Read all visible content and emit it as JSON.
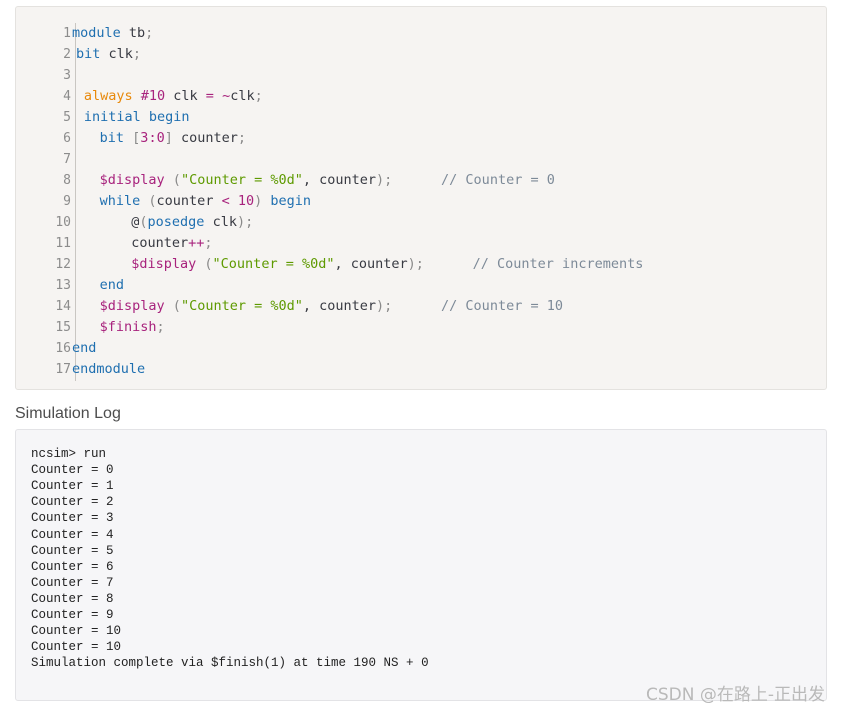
{
  "code": {
    "lines": [
      {
        "num": "1",
        "indent": 0,
        "tokens": [
          {
            "t": "module",
            "c": "kw"
          },
          {
            "t": " tb",
            "c": "plain"
          },
          {
            "t": ";",
            "c": "pun"
          }
        ]
      },
      {
        "num": "2",
        "indent": 0.5,
        "tokens": [
          {
            "t": "bit",
            "c": "kw"
          },
          {
            "t": " clk",
            "c": "plain"
          },
          {
            "t": ";",
            "c": "pun"
          }
        ]
      },
      {
        "num": "3",
        "indent": 0,
        "tokens": []
      },
      {
        "num": "4",
        "indent": 1.5,
        "tokens": [
          {
            "t": "always",
            "c": "or"
          },
          {
            "t": " #10",
            "c": "num"
          },
          {
            "t": " clk ",
            "c": "plain"
          },
          {
            "t": "=",
            "c": "op"
          },
          {
            "t": " ",
            "c": "plain"
          },
          {
            "t": "~",
            "c": "op"
          },
          {
            "t": "clk",
            "c": "plain"
          },
          {
            "t": ";",
            "c": "pun"
          }
        ]
      },
      {
        "num": "5",
        "indent": 1.5,
        "tokens": [
          {
            "t": "initial",
            "c": "kw"
          },
          {
            "t": " ",
            "c": "plain"
          },
          {
            "t": "begin",
            "c": "kw"
          }
        ]
      },
      {
        "num": "6",
        "indent": 3.5,
        "tokens": [
          {
            "t": "bit",
            "c": "kw"
          },
          {
            "t": " [",
            "c": "pun"
          },
          {
            "t": "3",
            "c": "num"
          },
          {
            "t": ":",
            "c": "op"
          },
          {
            "t": "0",
            "c": "num"
          },
          {
            "t": "]",
            "c": "pun"
          },
          {
            "t": " counter",
            "c": "plain"
          },
          {
            "t": ";",
            "c": "pun"
          }
        ]
      },
      {
        "num": "7",
        "indent": 0,
        "tokens": []
      },
      {
        "num": "8",
        "indent": 3.5,
        "tokens": [
          {
            "t": "$display",
            "c": "sys"
          },
          {
            "t": " (",
            "c": "pun"
          },
          {
            "t": "\"Counter = %0d\"",
            "c": "str"
          },
          {
            "t": ", counter",
            "c": "plain"
          },
          {
            "t": ");",
            "c": "pun"
          },
          {
            "t": "      // Counter = 0",
            "c": "cm"
          }
        ]
      },
      {
        "num": "9",
        "indent": 3.5,
        "tokens": [
          {
            "t": "while",
            "c": "kw"
          },
          {
            "t": " (",
            "c": "pun"
          },
          {
            "t": "counter ",
            "c": "plain"
          },
          {
            "t": "<",
            "c": "op"
          },
          {
            "t": " ",
            "c": "plain"
          },
          {
            "t": "10",
            "c": "num"
          },
          {
            "t": ")",
            "c": "pun"
          },
          {
            "t": " ",
            "c": "plain"
          },
          {
            "t": "begin",
            "c": "kw"
          }
        ]
      },
      {
        "num": "10",
        "indent": 7.5,
        "tokens": [
          {
            "t": "@",
            "c": "plain"
          },
          {
            "t": "(",
            "c": "pun"
          },
          {
            "t": "posedge",
            "c": "kw"
          },
          {
            "t": " clk",
            "c": "plain"
          },
          {
            "t": ");",
            "c": "pun"
          }
        ]
      },
      {
        "num": "11",
        "indent": 7.5,
        "tokens": [
          {
            "t": "counter",
            "c": "plain"
          },
          {
            "t": "++",
            "c": "op"
          },
          {
            "t": ";",
            "c": "pun"
          }
        ]
      },
      {
        "num": "12",
        "indent": 7.5,
        "tokens": [
          {
            "t": "$display",
            "c": "sys"
          },
          {
            "t": " (",
            "c": "pun"
          },
          {
            "t": "\"Counter = %0d\"",
            "c": "str"
          },
          {
            "t": ", counter",
            "c": "plain"
          },
          {
            "t": ");",
            "c": "pun"
          },
          {
            "t": "      // Counter increments",
            "c": "cm"
          }
        ]
      },
      {
        "num": "13",
        "indent": 3.5,
        "tokens": [
          {
            "t": "end",
            "c": "kw"
          }
        ]
      },
      {
        "num": "14",
        "indent": 3.5,
        "tokens": [
          {
            "t": "$display",
            "c": "sys"
          },
          {
            "t": " (",
            "c": "pun"
          },
          {
            "t": "\"Counter = %0d\"",
            "c": "str"
          },
          {
            "t": ", counter",
            "c": "plain"
          },
          {
            "t": ");",
            "c": "pun"
          },
          {
            "t": "      // Counter = 10",
            "c": "cm"
          }
        ]
      },
      {
        "num": "15",
        "indent": 3.5,
        "tokens": [
          {
            "t": "$finish",
            "c": "sys"
          },
          {
            "t": ";",
            "c": "pun"
          }
        ]
      },
      {
        "num": "16",
        "indent": 0,
        "tokens": [
          {
            "t": "end",
            "c": "kw"
          }
        ]
      },
      {
        "num": "17",
        "indent": 0,
        "tokens": [
          {
            "t": "endmodule",
            "c": "kw"
          }
        ]
      }
    ]
  },
  "section_title": "Simulation Log",
  "log": {
    "lines": [
      "ncsim> run",
      "Counter = 0",
      "Counter = 1",
      "Counter = 2",
      "Counter = 3",
      "Counter = 4",
      "Counter = 5",
      "Counter = 6",
      "Counter = 7",
      "Counter = 8",
      "Counter = 9",
      "Counter = 10",
      "Counter = 10",
      "Simulation complete via $finish(1) at time 190 NS + 0"
    ]
  },
  "watermark": "CSDN @在路上-正出发"
}
